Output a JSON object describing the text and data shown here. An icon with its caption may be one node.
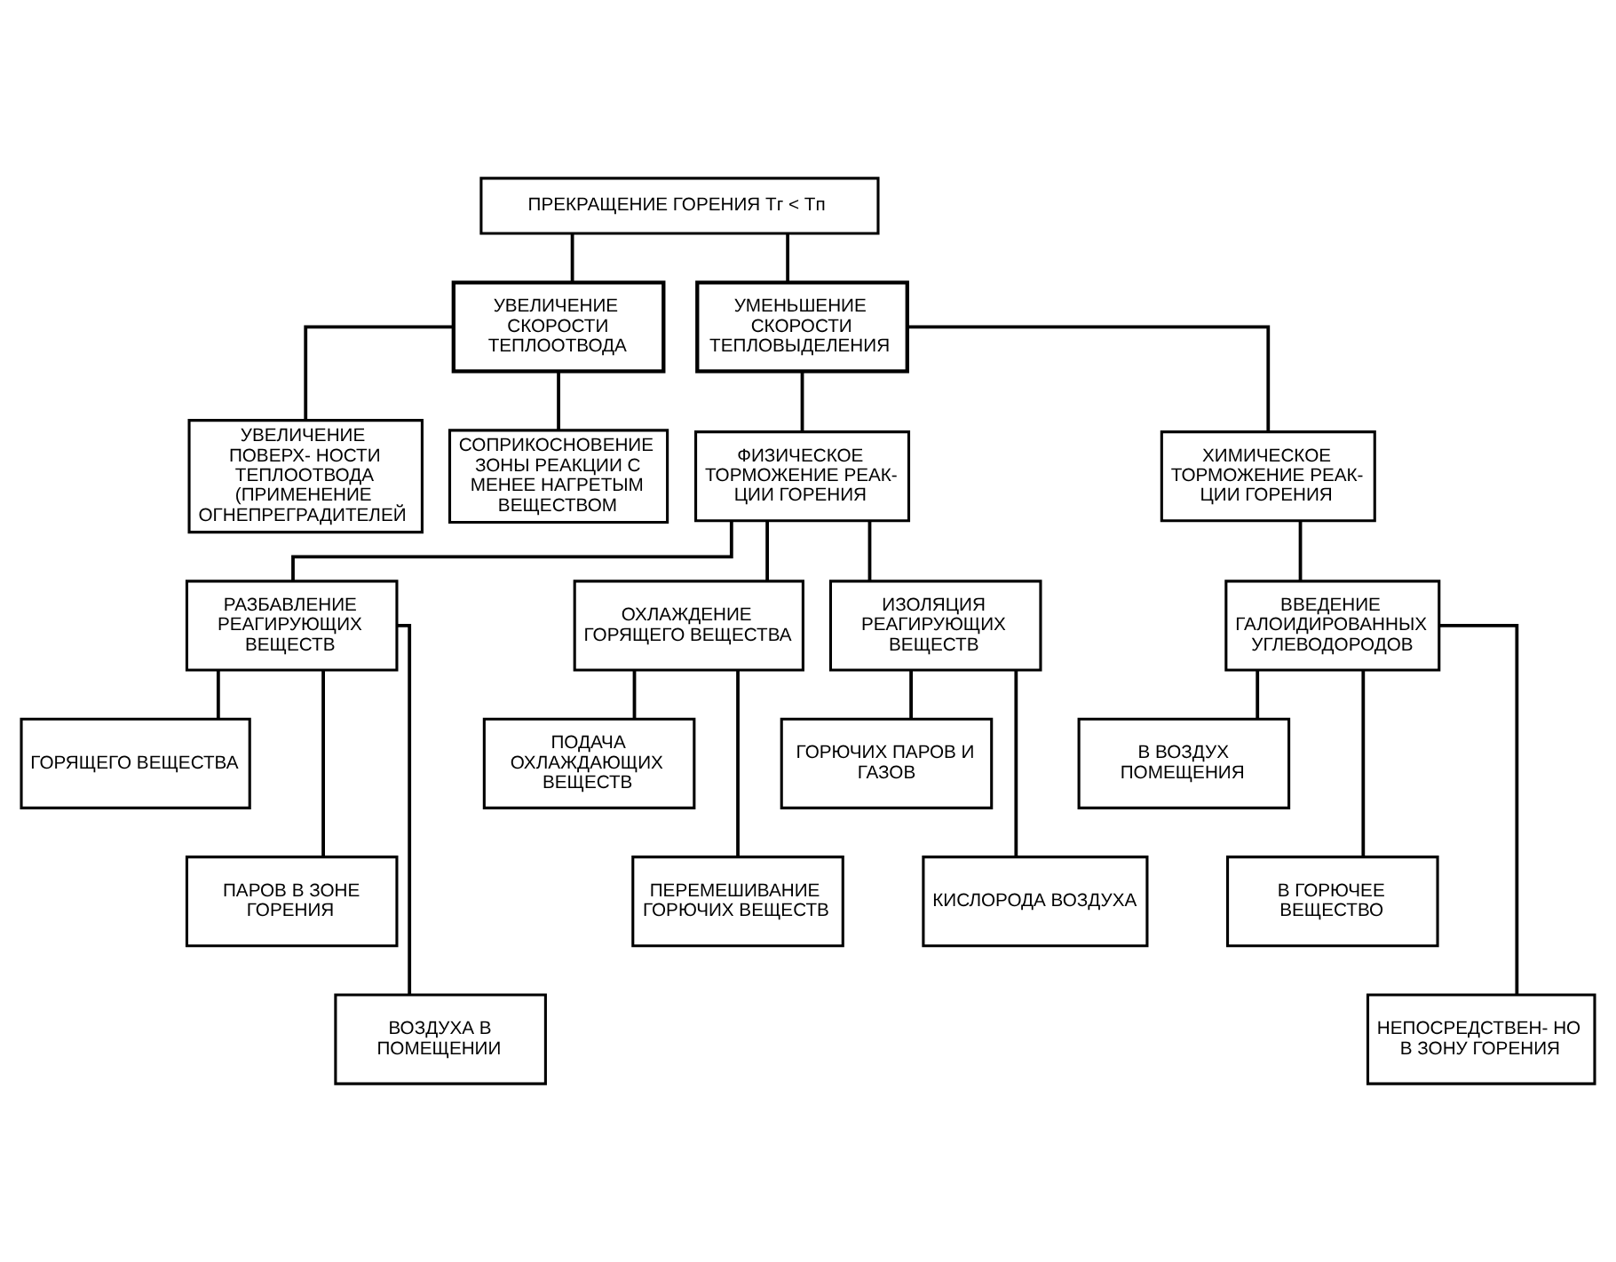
{
  "diagram": {
    "nodes": [
      {
        "text": [
          "ПРЕКРАЩЕНИЕ ГОРЕНИЯ Tг < Tп"
        ]
      },
      {
        "text": [
          "УВЕЛИЧЕНИЕ СКОРОСТИ ТЕПЛООТВОДА"
        ]
      },
      {
        "text": [
          "УМЕНЬШЕНИЕ СКОРОСТИ ТЕПЛОВЫДЕЛЕНИЯ"
        ]
      },
      {
        "text": [
          "УВЕЛИЧЕНИЕ ПОВЕРХ- НОСТИ ТЕПЛООТВОДА (ПРИМЕНЕНИЕ ОГНЕПРЕГРАДИТЕЛЕЙ"
        ]
      },
      {
        "text": [
          "СОПРИКОСНОВЕНИЕ ЗОНЫ РЕАКЦИИ С МЕНЕЕ НАГРЕТЫМ ВЕЩЕСТВОМ"
        ]
      },
      {
        "text": [
          "ФИЗИЧЕСКОЕ ТОРМОЖЕНИЕ РЕАК- ЦИИ ГОРЕНИЯ"
        ]
      },
      {
        "text": [
          "ХИМИЧЕСКОЕ ТОРМОЖЕНИЕ РЕАК- ЦИИ ГОРЕНИЯ"
        ]
      },
      {
        "text": [
          "РАЗБАВЛЕНИЕ РЕАГИРУЮЩИХ ВЕЩЕСТВ"
        ]
      },
      {
        "text": [
          "ОХЛАЖДЕНИЕ ГОРЯЩЕГО ВЕЩЕСТВА"
        ]
      },
      {
        "text": [
          "ИЗОЛЯЦИЯ РЕАГИРУЮЩИХ ВЕЩЕСТВ"
        ]
      },
      {
        "text": [
          "ВВЕДЕНИЕ ГАЛОИДИРОВАННЫХ УГЛЕВОДОРОДОВ"
        ]
      },
      {
        "text": [
          "ГОРЯЩЕГО ВЕЩЕСТВА"
        ]
      },
      {
        "text": [
          "ПАРОВ В ЗОНЕ ГОРЕНИЯ"
        ]
      },
      {
        "text": [
          "ВОЗДУХА В ПОМЕЩЕНИИ"
        ]
      },
      {
        "text": [
          "ПОДАЧА ОХЛАЖДАЮЩИХ ВЕЩЕСТВ"
        ]
      },
      {
        "text": [
          "ПЕРЕМЕШИВАНИЕ ГОРЮЧИХ ВЕЩЕСТВ"
        ]
      },
      {
        "text": [
          "ГОРЮЧИХ ПАРОВ И ГАЗОВ"
        ]
      },
      {
        "text": [
          "КИСЛОРОДА ВОЗДУХА"
        ]
      },
      {
        "text": [
          "В ВОЗДУХ ПОМЕЩЕНИЯ"
        ]
      },
      {
        "text": [
          "В ГОРЮЧЕЕ ВЕЩЕСТВО"
        ]
      },
      {
        "text": [
          "НЕПОСРЕДСТВЕН- НО В ЗОНУ ГОРЕНИЯ"
        ]
      }
    ],
    "edges": [
      {
        "from": 0,
        "to": 1,
        "arrow": "none"
      },
      {
        "from": 0,
        "to": 2,
        "arrow": "none"
      },
      {
        "from": 1,
        "to": 3,
        "arrow": "none"
      },
      {
        "from": 1,
        "to": 4,
        "arrow": "none"
      },
      {
        "from": 2,
        "to": 5,
        "arrow": "none"
      },
      {
        "from": 2,
        "to": 6,
        "arrow": "none"
      },
      {
        "from": 5,
        "to": 7,
        "arrow": "none"
      },
      {
        "from": 5,
        "to": 8,
        "arrow": "none"
      },
      {
        "from": 5,
        "to": 9,
        "arrow": "none"
      },
      {
        "from": 6,
        "to": 10,
        "arrow": "none"
      },
      {
        "from": 7,
        "to": 11,
        "arrow": "none"
      },
      {
        "from": 7,
        "to": 12,
        "arrow": "none"
      },
      {
        "from": 7,
        "to": 13,
        "arrow": "none"
      },
      {
        "from": 8,
        "to": 14,
        "arrow": "none"
      },
      {
        "from": 8,
        "to": 15,
        "arrow": "none"
      },
      {
        "from": 9,
        "to": 16,
        "arrow": "none"
      },
      {
        "from": 9,
        "to": 17,
        "arrow": "none"
      },
      {
        "from": 10,
        "to": 18,
        "arrow": "none"
      },
      {
        "from": 10,
        "to": 19,
        "arrow": "none"
      },
      {
        "from": 10,
        "to": 20,
        "arrow": "none"
      }
    ]
  }
}
